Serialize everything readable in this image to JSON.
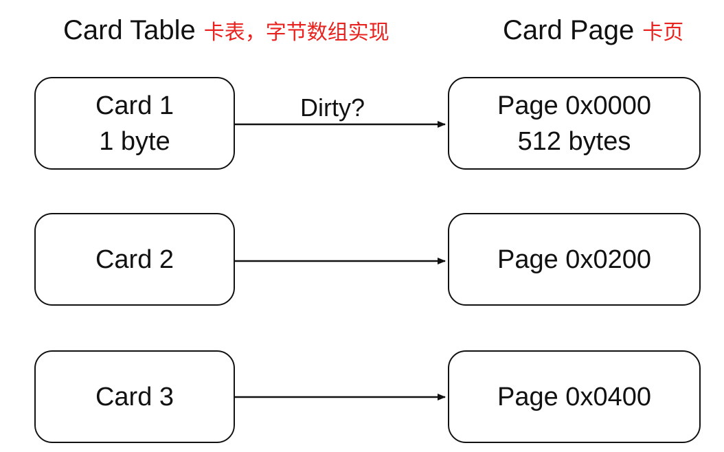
{
  "headers": {
    "card_table": {
      "title": "Card Table",
      "note": "卡表，字节数组实现"
    },
    "card_page": {
      "title": "Card Page",
      "note": "卡页"
    }
  },
  "cards": [
    {
      "line1": "Card 1",
      "line2": "1 byte"
    },
    {
      "line1": "Card 2"
    },
    {
      "line1": "Card 3"
    }
  ],
  "pages": [
    {
      "line1": "Page 0x0000",
      "line2": "512 bytes"
    },
    {
      "line1": "Page 0x0200"
    },
    {
      "line1": "Page 0x0400"
    }
  ],
  "edges": [
    {
      "from": "Card 1",
      "to": "Page 0x0000",
      "label": "Dirty?"
    },
    {
      "from": "Card 2",
      "to": "Page 0x0200"
    },
    {
      "from": "Card 3",
      "to": "Page 0x0400"
    }
  ],
  "colors": {
    "note": "#e8231f",
    "stroke": "#111111"
  }
}
